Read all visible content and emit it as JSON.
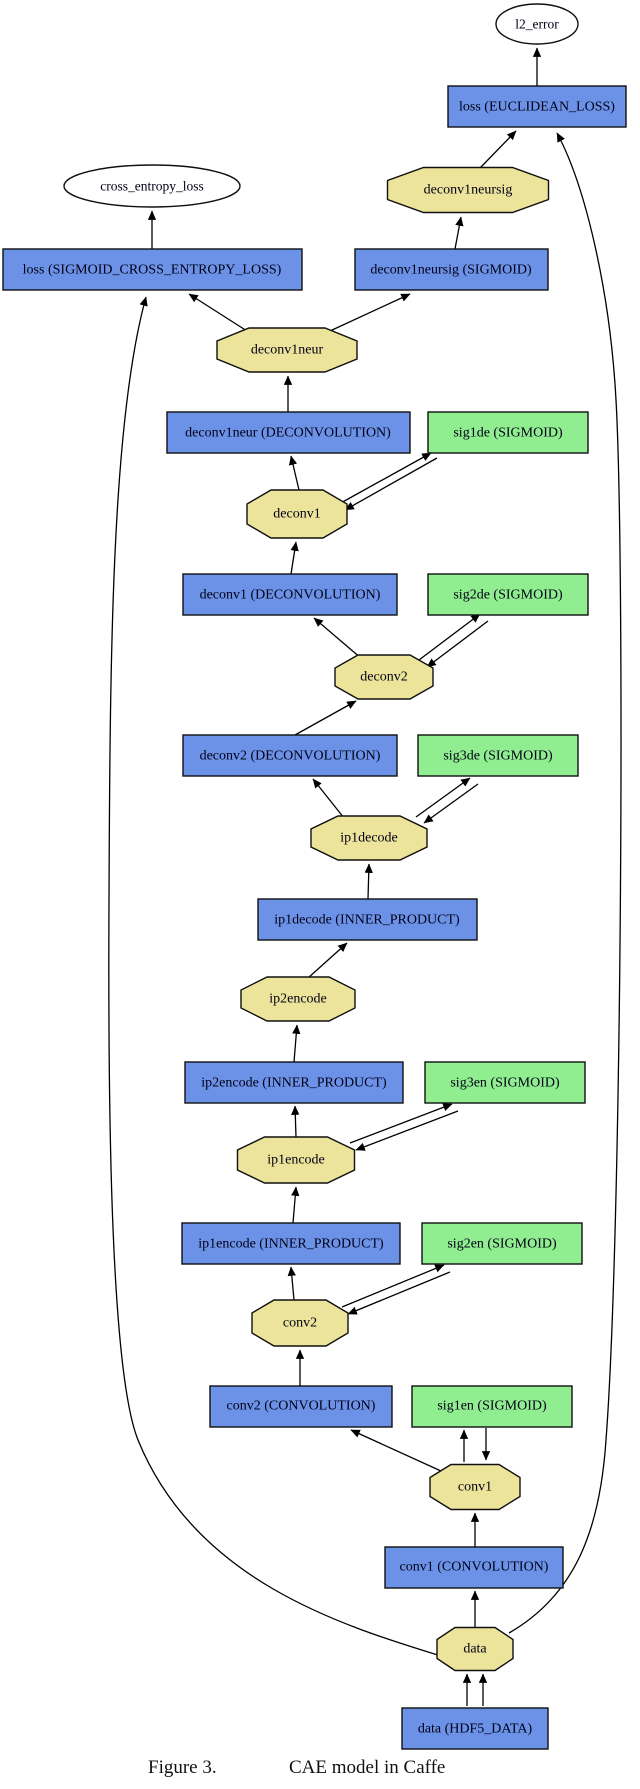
{
  "figure": {
    "caption": {
      "prefix": "Figure 3.",
      "title": "CAE model in Caffe"
    },
    "colors": {
      "layer_fill": "#6C92E8",
      "activation_fill": "#90EE90",
      "blob_fill": "#EDE49B",
      "output_fill": "#FFFFFF",
      "edge": "#000000"
    },
    "nodes": {
      "l2_error": "l2_error",
      "cross_entropy_loss": "cross_entropy_loss",
      "loss_euclidean": "loss (EUCLIDEAN_LOSS)",
      "loss_sigmoid_cross": "loss (SIGMOID_CROSS_ENTROPY_LOSS)",
      "deconv1neursig_blob": "deconv1neursig",
      "deconv1neursig_layer": "deconv1neursig (SIGMOID)",
      "deconv1neur_blob": "deconv1neur",
      "deconv1neur_layer": "deconv1neur (DECONVOLUTION)",
      "sig1de": "sig1de (SIGMOID)",
      "deconv1_blob": "deconv1",
      "deconv1_layer": "deconv1 (DECONVOLUTION)",
      "sig2de": "sig2de (SIGMOID)",
      "deconv2_blob": "deconv2",
      "deconv2_layer": "deconv2 (DECONVOLUTION)",
      "sig3de": "sig3de (SIGMOID)",
      "ip1decode_blob": "ip1decode",
      "ip1decode_layer": "ip1decode (INNER_PRODUCT)",
      "ip2encode_blob": "ip2encode",
      "ip2encode_layer": "ip2encode (INNER_PRODUCT)",
      "sig3en": "sig3en (SIGMOID)",
      "ip1encode_blob": "ip1encode",
      "ip1encode_layer": "ip1encode (INNER_PRODUCT)",
      "sig2en": "sig2en (SIGMOID)",
      "conv2_blob": "conv2",
      "conv2_layer": "conv2 (CONVOLUTION)",
      "sig1en": "sig1en (SIGMOID)",
      "conv1_blob": "conv1",
      "conv1_layer": "conv1 (CONVOLUTION)",
      "data_blob": "data",
      "data_layer": "data (HDF5_DATA)"
    }
  }
}
